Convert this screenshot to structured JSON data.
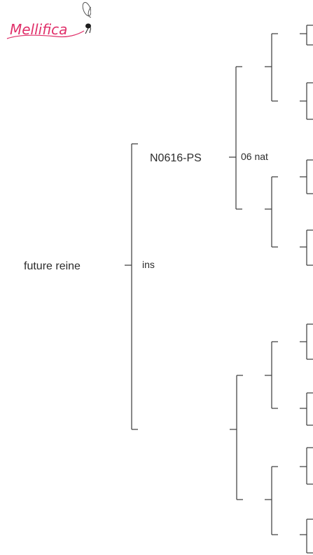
{
  "logo": {
    "text": "Mellifica",
    "icon": "bee-icon",
    "color": "#e0306a"
  },
  "tree": {
    "root": {
      "label": "future reine",
      "note": "ins"
    },
    "parent": {
      "label": "N0616-PS",
      "note": "06 nat"
    }
  }
}
